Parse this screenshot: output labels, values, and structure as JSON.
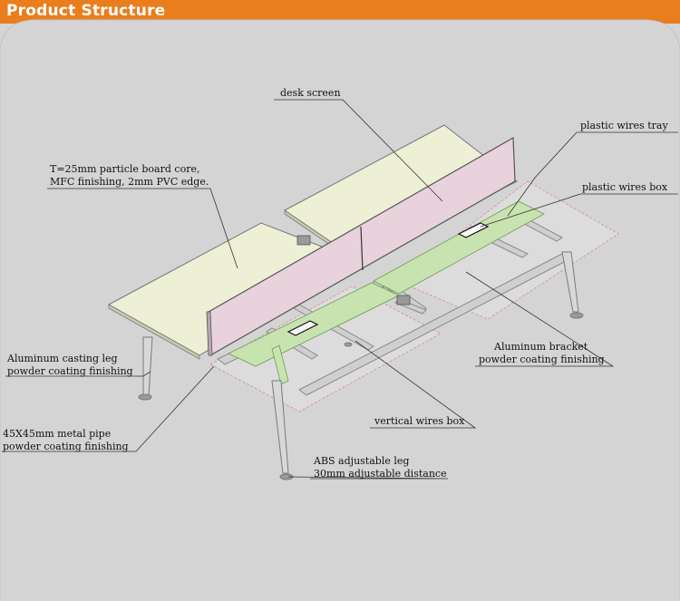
{
  "header": {
    "title": "Product Structure"
  },
  "colors": {
    "header_bg": "#ea7d1c",
    "panel_bg": "#d4d4d4",
    "desktop": "#edf0d4",
    "screen": "#e8d2dc",
    "tray": "#c8e3b0",
    "frame": "#cfcfcf"
  },
  "labels": {
    "desk_screen": "desk screen",
    "plastic_wires_tray": "plastic wires tray",
    "plastic_wires_box": "plastic wires box",
    "board_line1": "T=25mm particle board core,",
    "board_line2": "MFC finishing, 2mm PVC edge.",
    "casting_leg_line1": "Aluminum casting leg",
    "casting_leg_line2": "powder coating finishing",
    "bracket_line1": "Aluminum bracket",
    "bracket_line2": "powder coating finishing",
    "vertical_box": "vertical wires box",
    "pipe_line1": "45X45mm metal pipe",
    "pipe_line2": "powder coating finishing",
    "abs_line1": "ABS adjustable leg",
    "abs_line2": "30mm adjustable distance"
  }
}
